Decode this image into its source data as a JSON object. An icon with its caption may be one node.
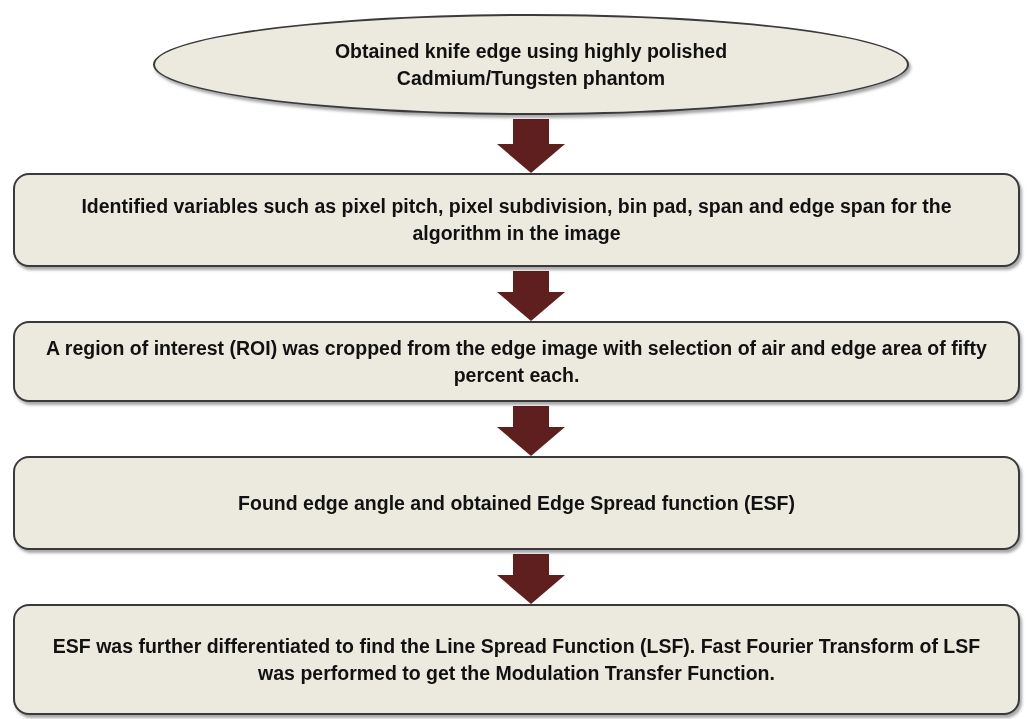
{
  "diagram": {
    "nodes": [
      {
        "text": [
          "Obtained knife edge using highly polished Cadmium/Tungsten phantom"
        ]
      },
      {
        "text": [
          "Identified variables such as pixel pitch, pixel subdivision, bin pad, span and edge span for the algorithm in the image"
        ]
      },
      {
        "text": [
          "A region of interest (ROI) was cropped from the edge image with selection of air and edge area of fifty percent each."
        ]
      },
      {
        "text": [
          "Found edge angle and obtained Edge Spread function (ESF)"
        ]
      },
      {
        "text": [
          "ESF was further differentiated to find the Line Spread Function (LSF). Fast Fourier Transform of LSF was performed to get the Modulation Transfer Function."
        ]
      }
    ],
    "edges": [
      {
        "from": 0,
        "to": 1,
        "arrow": "to"
      },
      {
        "from": 1,
        "to": 2,
        "arrow": "to"
      },
      {
        "from": 2,
        "to": 3,
        "arrow": "to"
      },
      {
        "from": 3,
        "to": 4,
        "arrow": "to"
      }
    ]
  }
}
